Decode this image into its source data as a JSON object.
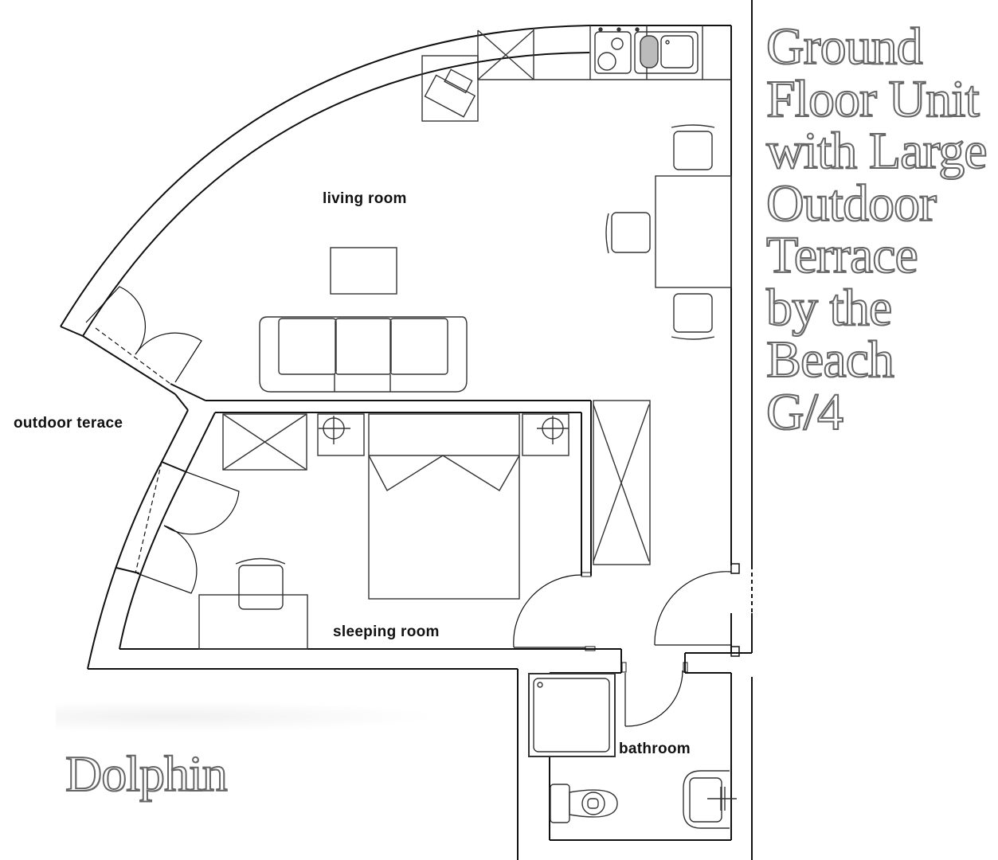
{
  "title": {
    "lines": [
      "Ground",
      "Floor Unit",
      "with Large",
      "Outdoor",
      "Terrace",
      "by the",
      "Beach",
      "G/4"
    ]
  },
  "brand": "Dolphin",
  "rooms": {
    "living_room": "living room",
    "outdoor_terrace": "outdoor terace",
    "sleeping_room": "sleeping room",
    "bathroom": "bathroom"
  },
  "colors": {
    "wall": "#111111",
    "furniture": "#333333",
    "title_outline": "#666666",
    "background": "#ffffff"
  }
}
